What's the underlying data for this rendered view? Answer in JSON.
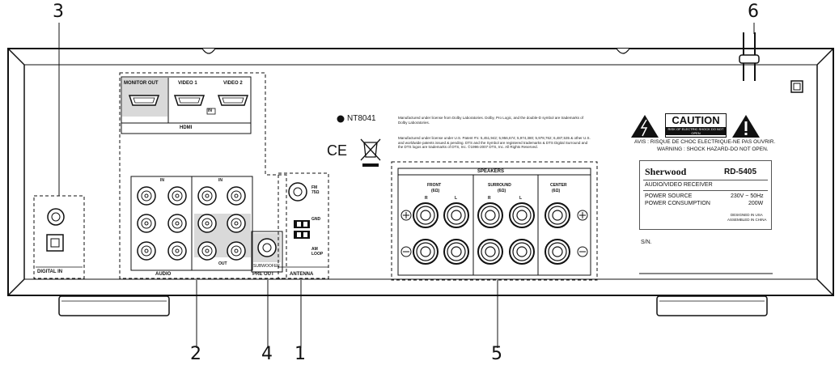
{
  "callouts": [
    "3",
    "6",
    "2",
    "4",
    "1",
    "5"
  ],
  "hdmi": {
    "monitor_out": "MONITOR OUT",
    "video1": "VIDEO 1",
    "video2": "VIDEO 2",
    "in_tag": "IN",
    "title": "HDMI"
  },
  "digital_in": {
    "title": "DIGITAL IN"
  },
  "audio": {
    "title": "AUDIO",
    "in_tag": "IN",
    "out_tag": "OUT"
  },
  "pre_out": {
    "title": "PRE OUT",
    "sub": "SUBWOOFER"
  },
  "antenna": {
    "title": "ANTENNA",
    "fm": "FM 75Ω",
    "gnd": "GND",
    "am": "AM LOOP"
  },
  "speakers": {
    "title": "SPEAKERS",
    "front": "FRONT",
    "surround": "SURROUND",
    "center": "CENTER",
    "impedance": "(6Ω)",
    "r": "R",
    "l": "L"
  },
  "model_code": "NT8041",
  "ce_mark": "CE",
  "dolby_note": "Manufactured under license from Dolby Laboratories. Dolby, Pro Logic, and the double-D symbol are trademarks of Dolby Laboratories.",
  "dts_note": "Manufactured under license under U.S. Patent #'s: 5,451,942; 5,956,674; 5,974,380; 5,978,762; 6,487,535 & other U.S. and worldwide patents issued & pending. DTS and the Symbol are registered trademarks & DTS Digital Surround and the DTS logos are trademarks of DTS, Inc. ©1996-2007 DTS, Inc. All Rights Reserved.",
  "caution": {
    "title": "CAUTION",
    "sub": "RISK OF ELECTRIC SHOCK DO NOT OPEN",
    "avis": "AVIS : RISQUE DE CHOC ELECTRIQUE-NE PAS OUVRIR.",
    "warning": "WARNING : SHOCK HAZARD-DO NOT OPEN."
  },
  "nameplate": {
    "brand": "Sherwood",
    "model": "RD-5405",
    "type": "AUDIO/VIDEO RECEIVER",
    "power_source_label": "POWER SOURCE",
    "power_source_value": "230V ~ 50Hz",
    "power_consumption_label": "POWER CONSUMPTION",
    "power_consumption_value": "200W",
    "designed": "DESIGNED IN USA",
    "assembled": "ASSEMBLED IN CHINA"
  },
  "serial_label": "S/N."
}
